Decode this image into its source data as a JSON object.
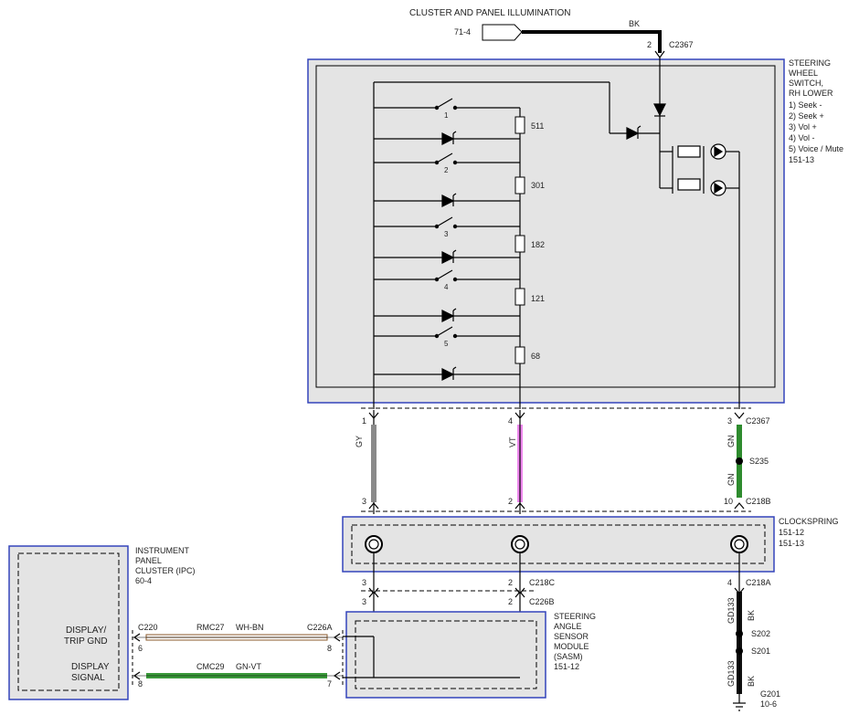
{
  "header": {
    "title": "CLUSTER AND PANEL ILLUMINATION",
    "ref": "71-4",
    "wire_color": "BK",
    "pin": "2",
    "connector": "C2367"
  },
  "switch_module": {
    "name_lines": [
      "STEERING",
      "WHEEL",
      "SWITCH,",
      "RH LOWER"
    ],
    "functions": [
      "1) Seek -",
      "2) Seek +",
      "3) Vol +",
      "4) Vol -",
      "5) Voice / Mute"
    ],
    "ref": "151-13",
    "switch_labels": [
      "1",
      "2",
      "3",
      "4",
      "5"
    ],
    "resistors": [
      "511",
      "301",
      "182",
      "121",
      "68"
    ]
  },
  "upper_wires": [
    {
      "pin_top": "1",
      "color": "GY",
      "pin_bottom": "3",
      "hex": "#8a8a8a"
    },
    {
      "pin_top": "4",
      "color": "VT",
      "pin_bottom": "2",
      "hex": "#ee88ee"
    },
    {
      "pin_top": "3",
      "color_top": "GN",
      "splice": "S235",
      "color_bottom": "GN",
      "pin_bottom": "10",
      "hex": "#2e8b2e"
    }
  ],
  "connectors": {
    "c2367": "C2367",
    "c218b": "C218B",
    "c218c": "C218C",
    "c226b": "C226B",
    "c218a": "C218A",
    "c220": "C220",
    "c226a": "C226A"
  },
  "clockspring": {
    "name": "CLOCKSPRING",
    "refs": [
      "151-12",
      "151-13"
    ]
  },
  "lower_pins": {
    "c218c_left": "3",
    "c218c_mid": "2",
    "c226b_left": "3",
    "c226b_mid": "2",
    "c218a": "4"
  },
  "ipc": {
    "name_lines": [
      "INSTRUMENT",
      "PANEL",
      "CLUSTER (IPC)"
    ],
    "ref": "60-4",
    "pin1_label_lines": [
      "DISPLAY/",
      "TRIP GND"
    ],
    "pin2_label_lines": [
      "DISPLAY",
      "SIGNAL"
    ],
    "pin1": "6",
    "pin2": "8"
  },
  "sasm": {
    "name_lines": [
      "STEERING",
      "ANGLE",
      "SENSOR",
      "MODULE",
      "(SASM)"
    ],
    "ref": "151-12",
    "pin1": "8",
    "pin2": "7"
  },
  "harness_wires": [
    {
      "circuit": "RMC27",
      "color": "WH-BN",
      "hex_a": "#ffffff",
      "hex_b": "#8b5a2b"
    },
    {
      "circuit": "CMC29",
      "color": "GN-VT",
      "hex_a": "#3a9a3a",
      "hex_b": "#ee88ee"
    }
  ],
  "ground": {
    "circuit_1": "GD133",
    "color_1": "BK",
    "splice_1": "S202",
    "splice_2": "S201",
    "circuit_2": "GD133",
    "color_2": "BK",
    "ground_id": "G201",
    "ref": "10-6"
  }
}
